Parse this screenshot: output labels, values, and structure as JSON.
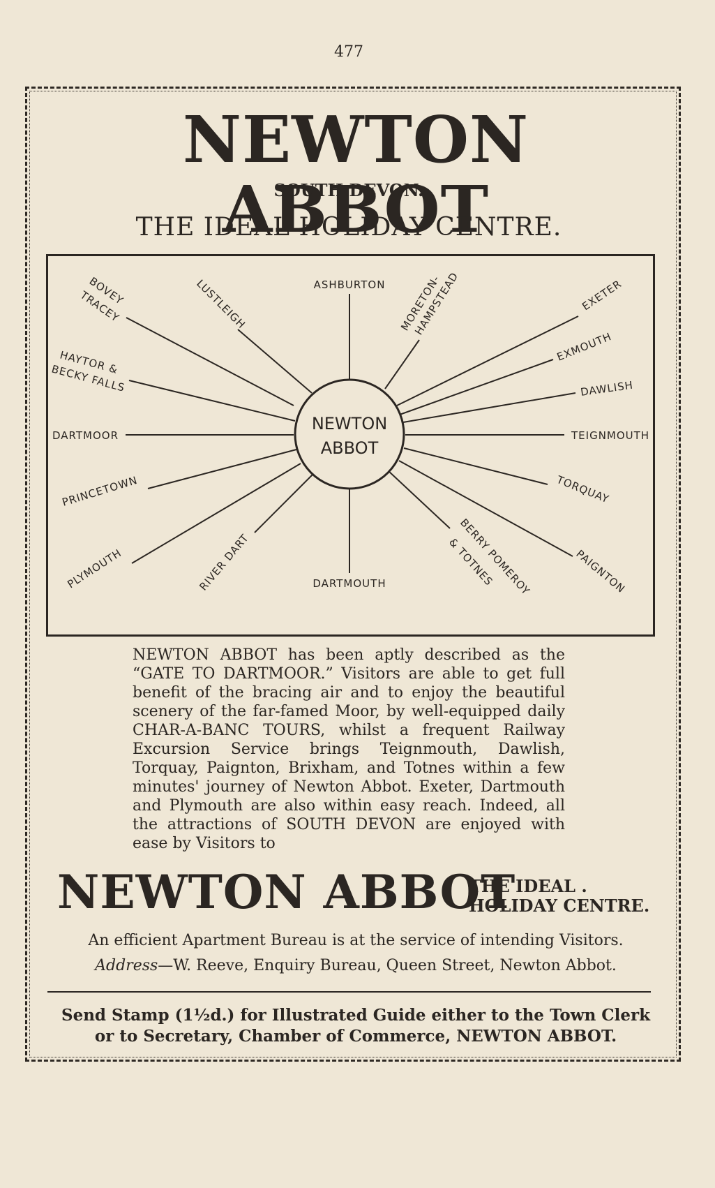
{
  "page_number": "477",
  "title": "NEWTON ABBOT",
  "subtitle_region": "SOUTH DEVON.",
  "tagline": "THE IDEAL HOLIDAY CENTRE.",
  "map": {
    "center": [
      "NEWTON",
      "ABBOT"
    ],
    "destinations": [
      {
        "name": "Bovey Tracey",
        "label": [
          "BOVEY",
          "TRACEY"
        ]
      },
      {
        "name": "Lustleigh",
        "label": [
          "LUSTLEIGH"
        ]
      },
      {
        "name": "Ashburton",
        "label": [
          "ASHBURTON"
        ]
      },
      {
        "name": "Moreton-Hampstead",
        "label": [
          "MORETON-",
          "HAMPSTEAD"
        ]
      },
      {
        "name": "Exeter",
        "label": [
          "EXETER"
        ]
      },
      {
        "name": "Exmouth",
        "label": [
          "EXMOUTH"
        ]
      },
      {
        "name": "Dawlish",
        "label": [
          "DAWLISH"
        ]
      },
      {
        "name": "Teignmouth",
        "label": [
          "TEIGNMOUTH"
        ]
      },
      {
        "name": "Torquay",
        "label": [
          "TORQUAY"
        ]
      },
      {
        "name": "Paignton",
        "label": [
          "PAIGNTON"
        ]
      },
      {
        "name": "Berry Pomeroy & Totnes",
        "label": [
          "BERRY POMEROY",
          "& TOTNES"
        ]
      },
      {
        "name": "Dartmouth",
        "label": [
          "DARTMOUTH"
        ]
      },
      {
        "name": "River Dart",
        "label": [
          "RIVER DART"
        ]
      },
      {
        "name": "Plymouth",
        "label": [
          "PLYMOUTH"
        ]
      },
      {
        "name": "Princetown",
        "label": [
          "PRINCETOWN"
        ]
      },
      {
        "name": "Dartmoor",
        "label": [
          "DARTMOOR"
        ]
      },
      {
        "name": "Haytor & Becky Falls",
        "label": [
          "HAYTOR &",
          "BECKY FALLS"
        ]
      }
    ]
  },
  "description": "NEWTON ABBOT has been aptly described as the “GATE TO DARTMOOR.” Visitors are able to get full benefit of the bracing air and to enjoy the beautiful scenery of the far-famed Moor, by well-equipped daily CHAR-A-BANC TOURS, whilst a frequent Railway Excursion Service brings Teignmouth, Dawlish, Torquay, Paignton, Brixham, and Totnes within a few minutes' journey of Newton Abbot. Exeter, Dartmouth and Plymouth are also within easy reach. Indeed, all the attractions of SOUTH DEVON are enjoyed with ease by Visitors to",
  "footer": {
    "title": "NEWTON ABBOT",
    "tag_line1": "THE IDEAL .",
    "tag_line2": "HOLIDAY CENTRE.",
    "bureau_line": "An efficient Apartment Bureau is at the service of intending Visitors.",
    "address_label": "Address",
    "address_text": "—W. Reeve, Enquiry Bureau, Queen Street, Newton Abbot.",
    "stamp_line1": "Send Stamp (1½d.) for Illustrated Guide either to the Town Clerk",
    "stamp_line2": "or to Secretary, Chamber of Commerce, NEWTON ABBOT."
  }
}
